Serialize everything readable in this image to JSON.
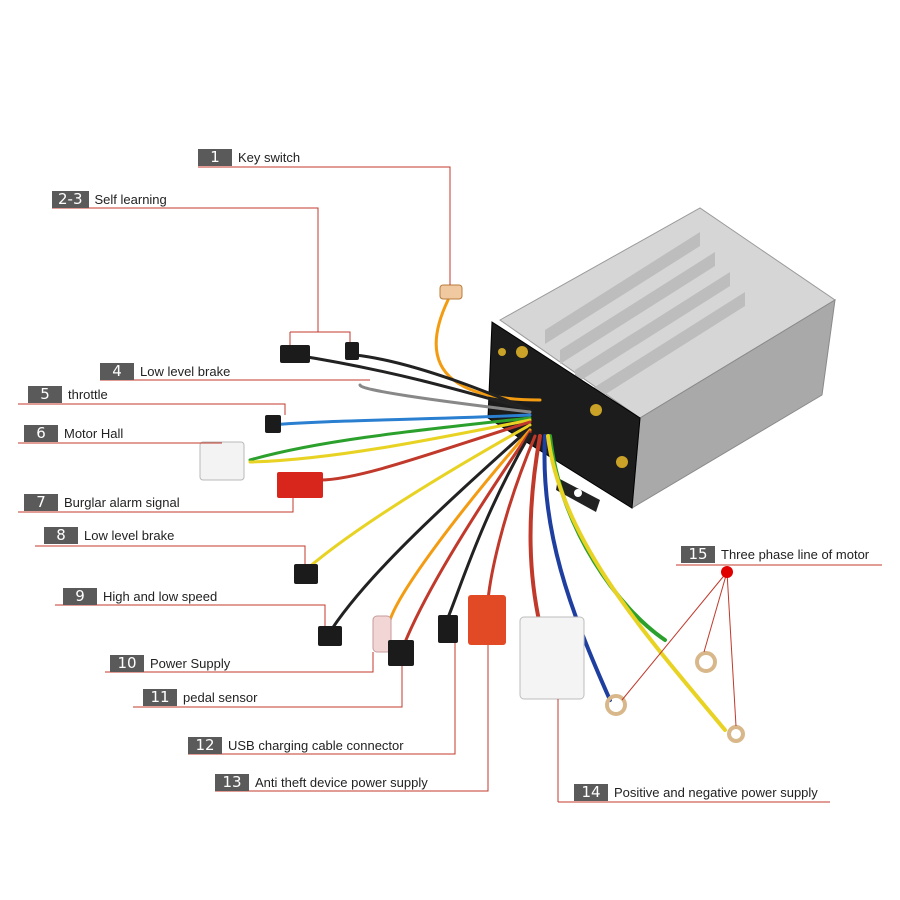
{
  "callouts": [
    {
      "id": "1",
      "label": "Key switch"
    },
    {
      "id": "2-3",
      "label": "Self learning"
    },
    {
      "id": "4",
      "label": "Low level brake"
    },
    {
      "id": "5",
      "label": "throttle"
    },
    {
      "id": "6",
      "label": "Motor Hall"
    },
    {
      "id": "7",
      "label": "Burglar alarm signal"
    },
    {
      "id": "8",
      "label": "Low level brake"
    },
    {
      "id": "9",
      "label": "High and low speed"
    },
    {
      "id": "10",
      "label": "Power Supply"
    },
    {
      "id": "11",
      "label": "pedal sensor"
    },
    {
      "id": "12",
      "label": "USB charging cable connector"
    },
    {
      "id": "13",
      "label": "Anti theft device power supply"
    },
    {
      "id": "14",
      "label": "Positive and negative power supply"
    },
    {
      "id": "15",
      "label": "Three phase line of motor"
    }
  ],
  "colors": {
    "leader_line": "#c0392b",
    "badge": "#5a5a5a",
    "marker_dot": "#e00000",
    "housing": "#b9b9b9"
  }
}
